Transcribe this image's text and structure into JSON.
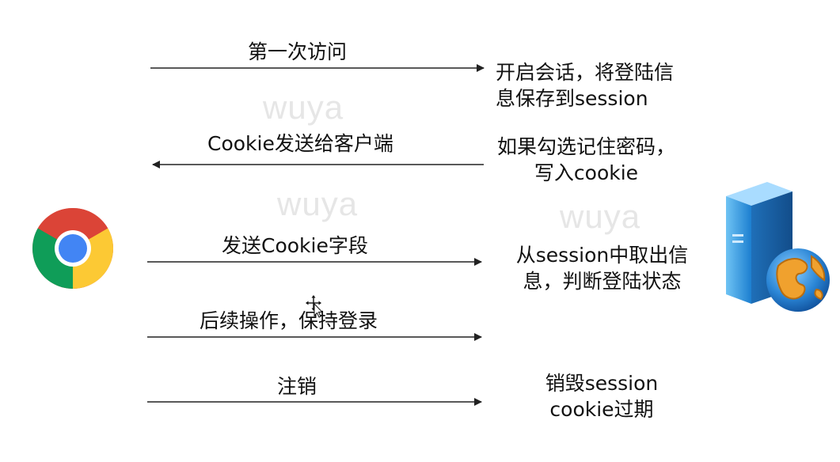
{
  "watermark": "wuya",
  "steps": [
    {
      "label": "第一次访问",
      "direction": "to-server",
      "note_line1": "开启会话，将登陆信",
      "note_line2": "息保存到session"
    },
    {
      "label": "Cookie发送给客户端",
      "direction": "to-client",
      "note_line1": "如果勾选记住密码，",
      "note_line2": "写入cookie"
    },
    {
      "label": "发送Cookie字段",
      "direction": "to-server",
      "note_line1": "从session中取出信",
      "note_line2": "息，判断登陆状态"
    },
    {
      "label": "后续操作，保持登录",
      "direction": "to-server"
    },
    {
      "label": "注销",
      "direction": "to-server",
      "note_line1": "销毁session",
      "note_line2": "cookie过期"
    }
  ],
  "icons": {
    "client": "chrome-browser-icon",
    "server": "server-globe-icon",
    "cursor": "move-cursor-icon"
  },
  "colors": {
    "arrow": "#222222",
    "watermark": "#e6e6e6"
  }
}
